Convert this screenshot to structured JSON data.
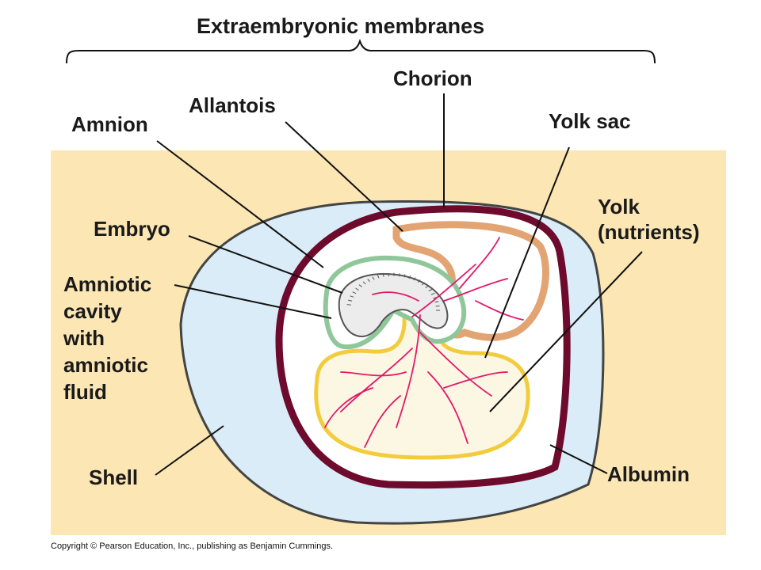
{
  "diagram": {
    "title": "Extraembryonic membranes",
    "labels": {
      "chorion": "Chorion",
      "allantois": "Allantois",
      "amnion": "Amnion",
      "yolk_sac": "Yolk sac",
      "embryo": "Embryo",
      "yolk": [
        "Yolk",
        "(nutrients)"
      ],
      "amniotic_cavity": [
        "Amniotic",
        "cavity",
        "with",
        "amniotic",
        "fluid"
      ],
      "shell": "Shell",
      "albumin": "Albumin"
    },
    "colors": {
      "background": "#fbe6b4",
      "shell_outline": "#444444",
      "albumin": "#d9ecf7",
      "chorion": "#6e0a2c",
      "inner_space": "#ffffff",
      "yolk": "#fbf7e2",
      "yolk_sac": "#f2cc3c",
      "allantois": "#e2a472",
      "amnion": "#8fc79a",
      "blood_vessels": "#e3186a"
    }
  },
  "footer": {
    "copyright": "Copyright © Pearson Education, Inc., publishing as Benjamin Cummings."
  }
}
